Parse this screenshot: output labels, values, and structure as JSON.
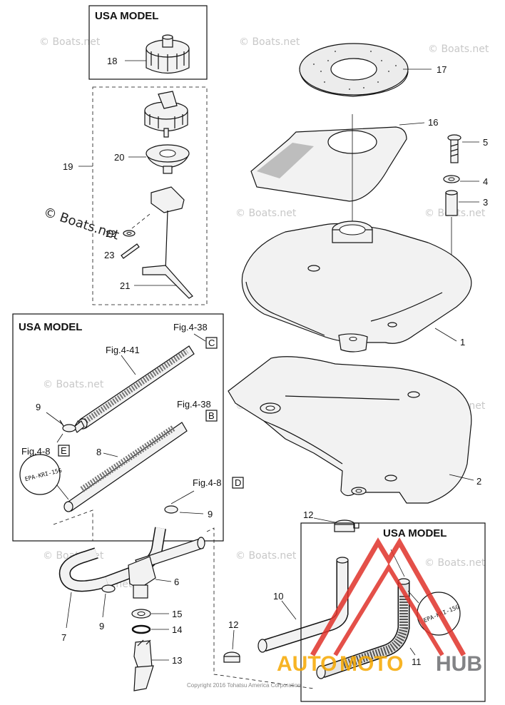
{
  "boxes": {
    "cap_model": "USA MODEL",
    "hose_model": "USA MODEL",
    "hose11_model": "USA MODEL"
  },
  "labels": {
    "p1": "1",
    "p2": "2",
    "p3": "3",
    "p4": "4",
    "p5": "5",
    "p6": "6",
    "p7": "7",
    "p8": "8",
    "p9a": "9",
    "p9b": "9",
    "p9c": "9",
    "p10": "10",
    "p11": "11",
    "p12a": "12",
    "p12b": "12",
    "p13": "13",
    "p14": "14",
    "p15": "15",
    "p16": "16",
    "p17": "17",
    "p18": "18",
    "p19": "19",
    "p20": "20",
    "p21": "21",
    "p22": "22",
    "p23": "23"
  },
  "refs": {
    "fig438a": "Fig.4-38",
    "boxC": "C",
    "fig441": "Fig.4-41",
    "fig438b": "Fig.4-38",
    "boxB": "B",
    "fig48e": "Fig.4-8",
    "boxE": "E",
    "fig48d": "Fig.4-8",
    "boxD": "D"
  },
  "stamps": {
    "epa1": "EPA-KRI-15G",
    "epa2": "EPA-KRI-15G"
  },
  "watermark": {
    "corner": "© Boats.net",
    "tile": "© Boats.net"
  },
  "copyright": "Copyright 2016 Tohatsu America Corporation",
  "logo": {
    "auto": "AUTO",
    "moto": "MOTO",
    "hub": "HUB"
  },
  "colors": {
    "logo_red": "#e0322a",
    "logo_orange": "#f6a800",
    "logo_gray": "#6d6e71"
  }
}
